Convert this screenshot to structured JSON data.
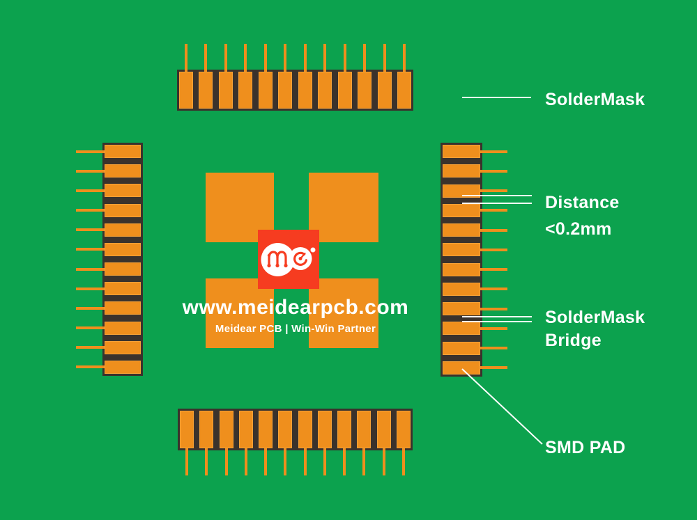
{
  "title": "PCB SolderMask diagram",
  "colors": {
    "background": "#0CA24E",
    "pad_orange": "#EF8F1D",
    "soldermask_dark": "#3A322C",
    "logo_red": "#F63C20",
    "text_white": "#FFFFFF"
  },
  "pcb": {
    "strips": [
      {
        "id": "top",
        "orientation": "horizontal",
        "pad_count": 12
      },
      {
        "id": "bottom",
        "orientation": "horizontal",
        "pad_count": 12
      },
      {
        "id": "left",
        "orientation": "vertical",
        "pad_count": 12
      },
      {
        "id": "right",
        "orientation": "vertical",
        "pad_count": 12
      }
    ],
    "center_square_count": 4
  },
  "branding": {
    "logo_text": "me",
    "website": "www.meidearpcb.com",
    "tagline": "Meidear PCB |  Win-Win Partner"
  },
  "annotations": {
    "soldermask": {
      "label": "SolderMask"
    },
    "distance": {
      "line1": "Distance",
      "line2": "<0.2mm"
    },
    "bridge": {
      "line1": "SolderMask",
      "line2": "Bridge"
    },
    "smd_pad": {
      "label": "SMD PAD"
    }
  }
}
